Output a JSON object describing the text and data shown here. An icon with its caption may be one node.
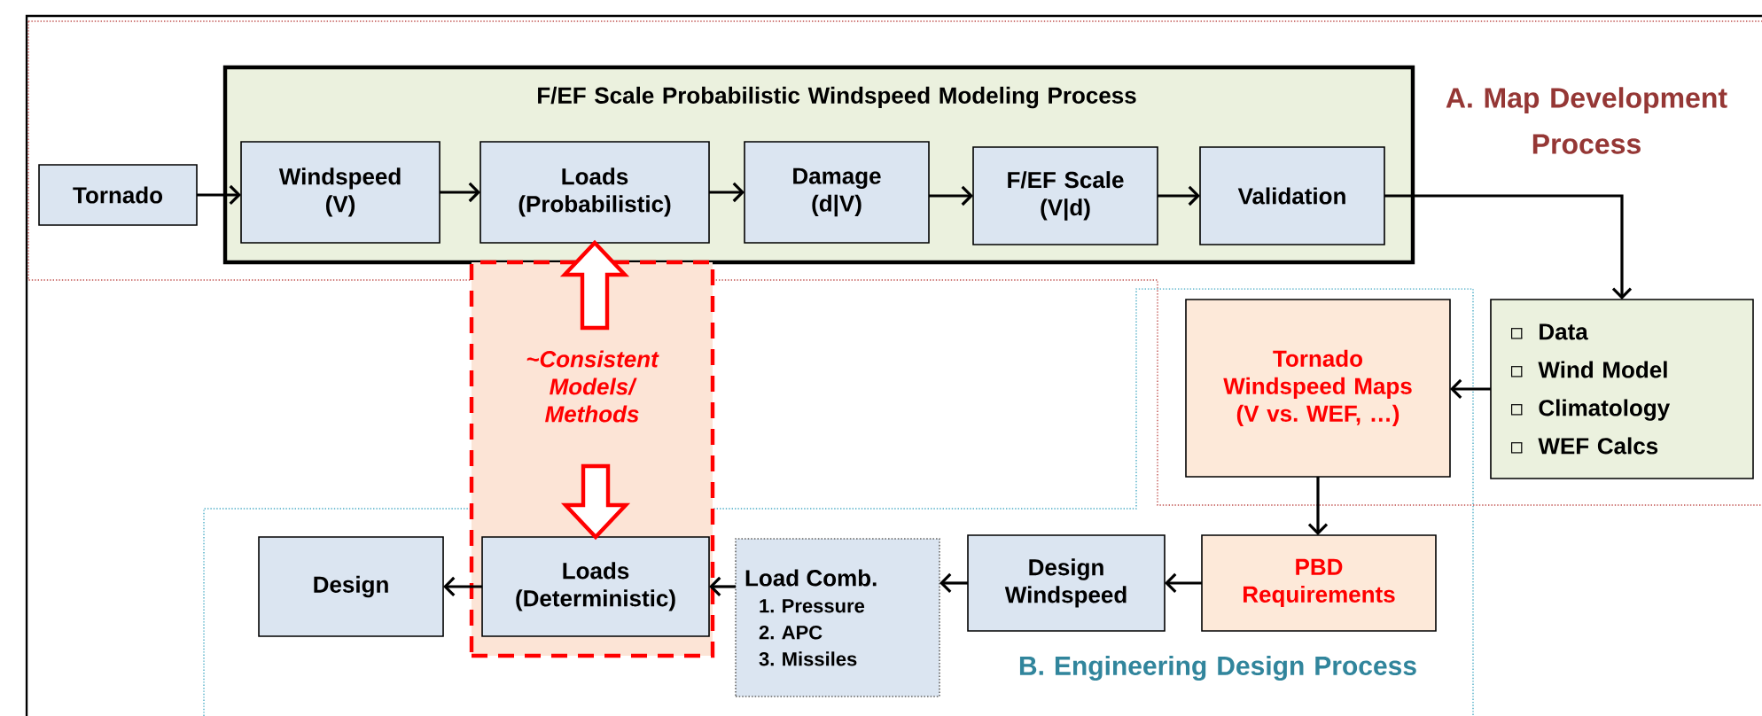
{
  "diagram": {
    "nodes": [
      {
        "text": [
          "F/EF Scale Probabilistic Windspeed Modeling Process"
        ]
      },
      {
        "text": [
          "Tornado"
        ]
      },
      {
        "text": [
          "Windspeed (V)"
        ],
        "in": 0
      },
      {
        "text": [
          "Loads (Probabilistic)"
        ],
        "in": 0
      },
      {
        "text": [
          "Damage (d|V)"
        ],
        "in": 0
      },
      {
        "text": [
          "F/EF Scale (V|d)"
        ],
        "in": 0
      },
      {
        "text": [
          "Validation"
        ],
        "in": 0
      },
      {
        "text": [
          "~Consistent Models/ Methods"
        ]
      },
      {
        "text": [
          "Tornado Windspeed Maps (V vs. WEF, …)"
        ]
      },
      {
        "text": [
          "Data",
          "Wind Model",
          "Climatology",
          "WEF Calcs"
        ]
      },
      {
        "text": [
          "Design"
        ]
      },
      {
        "text": [
          "Loads (Deterministic)"
        ],
        "in": 7
      },
      {
        "text": [
          "Load Comb.",
          "1. Pressure",
          "2. APC",
          "3. Missiles"
        ]
      },
      {
        "text": [
          "Design Windspeed"
        ]
      },
      {
        "text": [
          "PBD Requirements"
        ]
      }
    ],
    "edges": [
      {
        "from": 1,
        "to": 2,
        "arrow": "to"
      },
      {
        "from": 2,
        "to": 3,
        "arrow": "to"
      },
      {
        "from": 3,
        "to": 4,
        "arrow": "to"
      },
      {
        "from": 4,
        "to": 5,
        "arrow": "to"
      },
      {
        "from": 5,
        "to": 6,
        "arrow": "to"
      },
      {
        "from": 6,
        "to": 9,
        "arrow": "to"
      },
      {
        "from": 9,
        "to": 8,
        "arrow": "to"
      },
      {
        "from": 8,
        "to": 14,
        "arrow": "to"
      },
      {
        "from": 14,
        "to": 13,
        "arrow": "to"
      },
      {
        "from": 13,
        "to": 12,
        "arrow": "to"
      },
      {
        "from": 12,
        "to": 11,
        "arrow": "to"
      },
      {
        "from": 11,
        "to": 10,
        "arrow": "to"
      },
      {
        "from": 7,
        "to": 3,
        "arrow": "to",
        "style": "thick",
        "color": "#ff0000"
      },
      {
        "from": 7,
        "to": 11,
        "arrow": "to",
        "style": "thick",
        "color": "#ff0000"
      }
    ],
    "labels": [
      "A. Map Development Process",
      "B. Engineering Design Process"
    ]
  }
}
